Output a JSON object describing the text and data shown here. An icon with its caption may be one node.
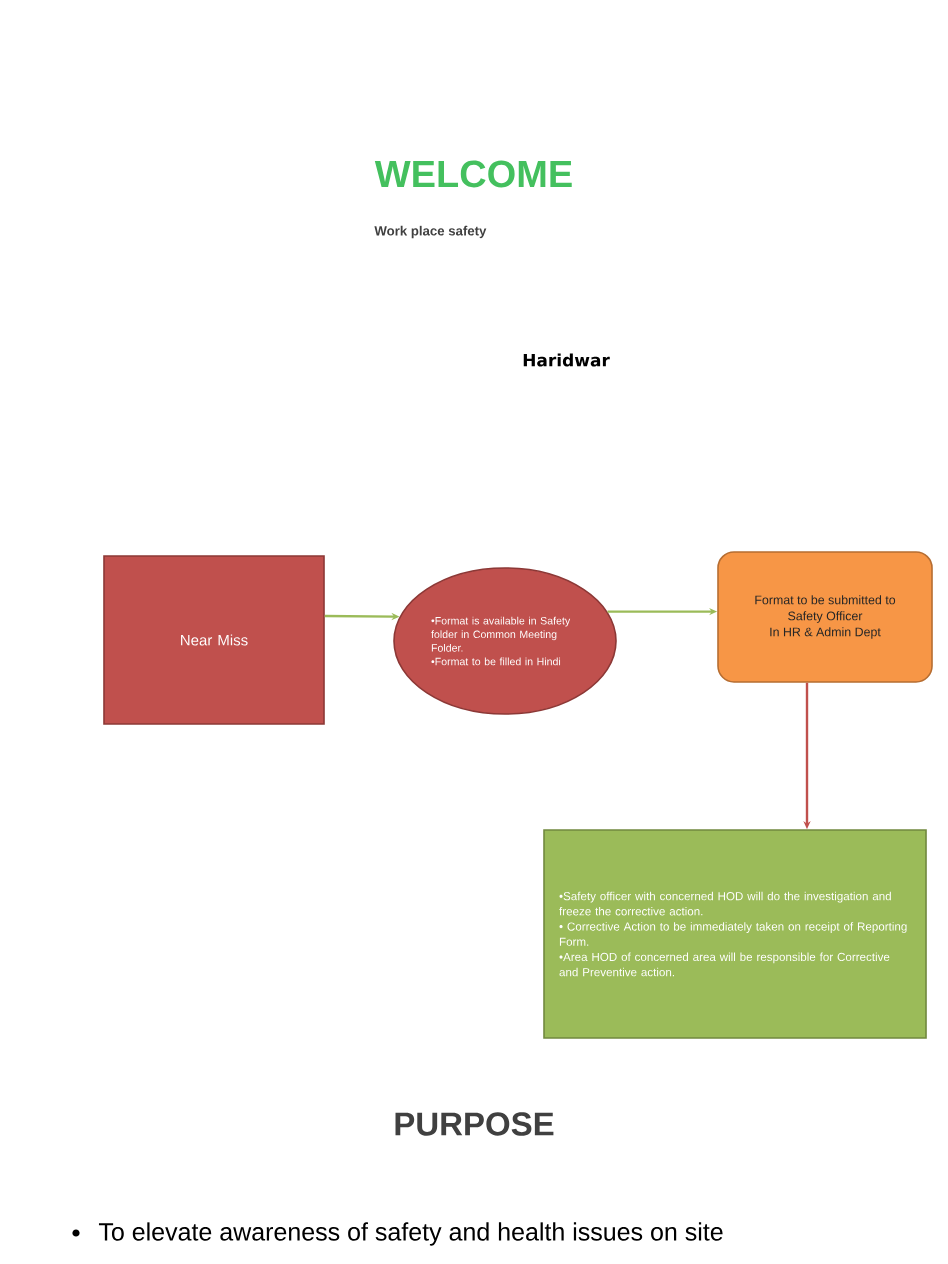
{
  "diagram": {
    "title": "WELCOME",
    "nodes": [
      {
        "text": [
          "Near Miss"
        ]
      },
      {
        "text": [
          "•Format is available in Safety folder in Common Meeting Folder.",
          "•Format to be filled in Hindi"
        ]
      },
      {
        "text": [
          "Format to be submitted to Safety Officer",
          "In HR & Admin Dept"
        ]
      },
      {
        "text": [
          "•Safety officer with concerned HOD will do the investigation and freeze the corrective action.",
          "• Corrective Action to be immediately taken on receipt of Reporting Form.",
          "•Area HOD of concerned area will be responsible for Corrective and Preventive action."
        ]
      }
    ],
    "edges": [
      {
        "from": 0,
        "to": 1,
        "arrow": "to"
      },
      {
        "from": 1,
        "to": 2,
        "arrow": "to"
      },
      {
        "from": 2,
        "to": 3,
        "arrow": "to",
        "color": "#c0504d"
      }
    ],
    "labels": [
      "Work place safety",
      "Haridwar",
      "PURPOSE",
      "To elevate awareness of safety and health issues on site"
    ]
  }
}
